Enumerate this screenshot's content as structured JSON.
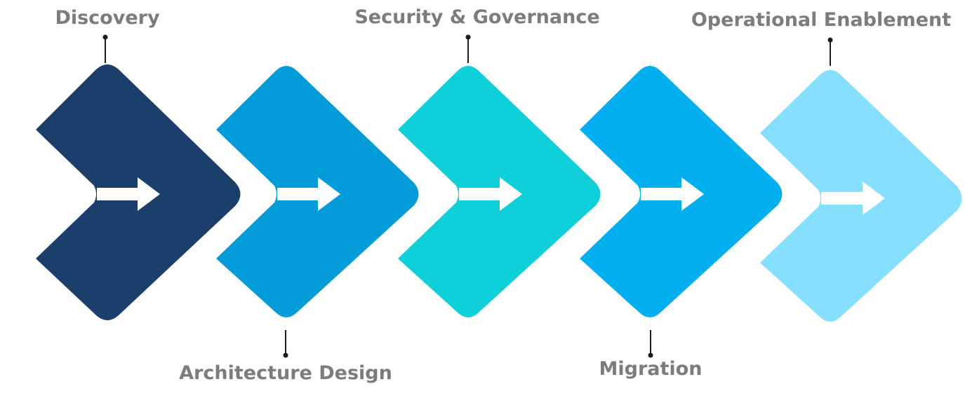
{
  "steps": [
    {
      "id": "discovery",
      "label": "Discovery",
      "color": "#1b3f6b",
      "label_side": "top"
    },
    {
      "id": "architecture",
      "label": "Architecture Design",
      "color": "#039cd8",
      "label_side": "bottom"
    },
    {
      "id": "security",
      "label": "Security & Governance",
      "color": "#0fcfd8",
      "label_side": "top"
    },
    {
      "id": "migration",
      "label": "Migration",
      "color": "#04aff0",
      "label_side": "bottom"
    },
    {
      "id": "operational",
      "label": "Operational Enablement",
      "color": "#86dffd",
      "label_side": "top"
    }
  ],
  "colors": {
    "label_text": "#7c7c7c",
    "connector": "#1c1c1c",
    "arrow": "#ffffff",
    "background": "#ffffff"
  },
  "icons": {
    "chevron": "chevron-right-shape",
    "arrow": "arrow-right-icon"
  }
}
